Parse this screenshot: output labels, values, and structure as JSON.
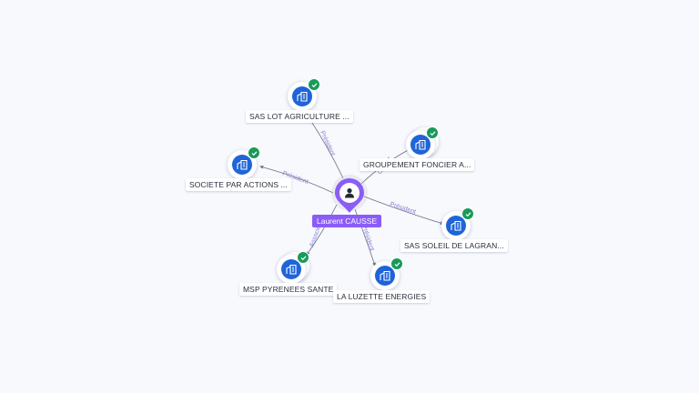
{
  "person": {
    "name": "Laurent CAUSSE",
    "icon": "person-icon",
    "accent": "#8b5cf6"
  },
  "companies": [
    {
      "name": "SAS LOT AGRICULTURE ...",
      "verified": true
    },
    {
      "name": "GROUPEMENT FONCIER A...",
      "verified": true
    },
    {
      "name": "SOCIETE PAR ACTIONS ...",
      "verified": true
    },
    {
      "name": "SAS SOLEIL DE LAGRAN...",
      "verified": true
    },
    {
      "name": "MSP PYRENEES SANTE",
      "verified": true
    },
    {
      "name": "LA LUZETTE ENERGIES",
      "verified": true
    }
  ],
  "relations": [
    {
      "label": "Président"
    },
    {
      "label": "Gérant"
    },
    {
      "label": "Président"
    },
    {
      "label": "Président"
    },
    {
      "label": "Associé"
    },
    {
      "label": "Président"
    }
  ],
  "colors": {
    "company_disc": "#1f64d8",
    "verified_badge": "#1a9a5a",
    "edge": "#6c6f80",
    "edge_label": "#8a7fd6"
  },
  "icons": {
    "company": "building-icon",
    "badge": "check-badge-icon"
  }
}
